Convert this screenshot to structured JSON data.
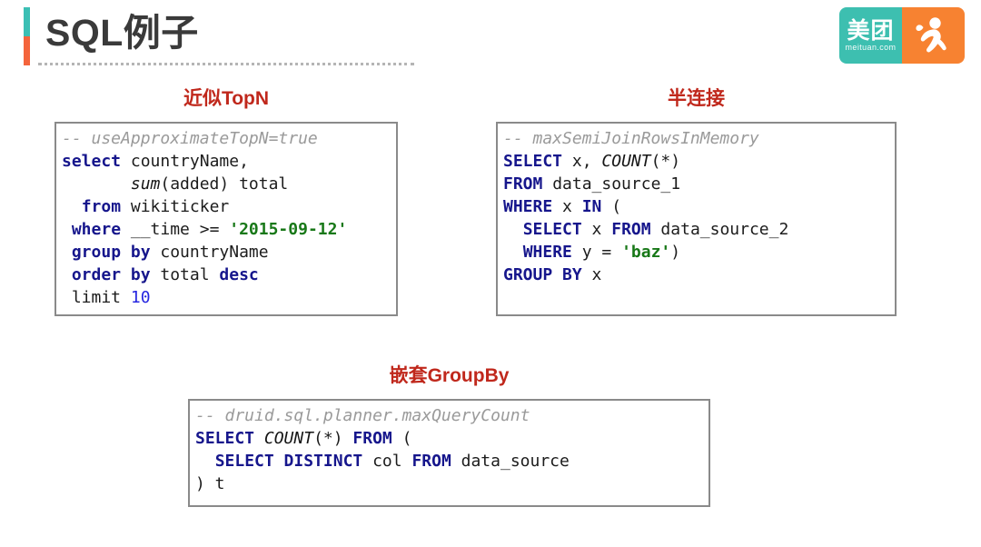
{
  "header": {
    "title": "SQL例子",
    "accent_top_color": "#3bbfb4",
    "accent_bottom_color": "#f4643c",
    "rule_color": "#b5b5b5"
  },
  "logo": {
    "name_cn": "美团",
    "domain": "meituan.com",
    "left_color": "#3dbfb0",
    "right_color": "#f78231",
    "mark": "kangaroo-icon"
  },
  "theme": {
    "heading_color": "#c0281c",
    "keyword_color": "#16168c",
    "comment_color": "#9a9a9a",
    "string_color": "#187818",
    "number_color": "#2727e0",
    "box_border_color": "#8a8a8a"
  },
  "sections": [
    {
      "id": "topn",
      "heading": "近似TopN",
      "code_lines": [
        [
          {
            "t": "comment",
            "v": "-- useApproximateTopN=true"
          }
        ],
        [
          {
            "t": "kw",
            "v": "select"
          },
          {
            "t": "plain",
            "v": " countryName,"
          }
        ],
        [
          {
            "t": "plain",
            "v": "       "
          },
          {
            "t": "fn",
            "v": "sum"
          },
          {
            "t": "plain",
            "v": "(added) total"
          }
        ],
        [
          {
            "t": "plain",
            "v": "  "
          },
          {
            "t": "kw",
            "v": "from"
          },
          {
            "t": "plain",
            "v": " wikiticker"
          }
        ],
        [
          {
            "t": "plain",
            "v": " "
          },
          {
            "t": "kw",
            "v": "where"
          },
          {
            "t": "plain",
            "v": " __time >= "
          },
          {
            "t": "str",
            "v": "'2015-09-12'"
          }
        ],
        [
          {
            "t": "plain",
            "v": " "
          },
          {
            "t": "kw",
            "v": "group by"
          },
          {
            "t": "plain",
            "v": " countryName"
          }
        ],
        [
          {
            "t": "plain",
            "v": " "
          },
          {
            "t": "kw",
            "v": "order by"
          },
          {
            "t": "plain",
            "v": " total "
          },
          {
            "t": "kw",
            "v": "desc"
          }
        ],
        [
          {
            "t": "plain",
            "v": " limit "
          },
          {
            "t": "num",
            "v": "10"
          }
        ]
      ]
    },
    {
      "id": "semijoin",
      "heading": "半连接",
      "code_lines": [
        [
          {
            "t": "comment",
            "v": "-- maxSemiJoinRowsInMemory"
          }
        ],
        [
          {
            "t": "kw",
            "v": "SELECT"
          },
          {
            "t": "plain",
            "v": " x, "
          },
          {
            "t": "fn",
            "v": "COUNT"
          },
          {
            "t": "plain",
            "v": "(*)"
          }
        ],
        [
          {
            "t": "kw",
            "v": "FROM"
          },
          {
            "t": "plain",
            "v": " data_source_1"
          }
        ],
        [
          {
            "t": "kw",
            "v": "WHERE"
          },
          {
            "t": "plain",
            "v": " x "
          },
          {
            "t": "kw",
            "v": "IN"
          },
          {
            "t": "plain",
            "v": " ("
          }
        ],
        [
          {
            "t": "plain",
            "v": "  "
          },
          {
            "t": "kw",
            "v": "SELECT"
          },
          {
            "t": "plain",
            "v": " x "
          },
          {
            "t": "kw",
            "v": "FROM"
          },
          {
            "t": "plain",
            "v": " data_source_2"
          }
        ],
        [
          {
            "t": "plain",
            "v": "  "
          },
          {
            "t": "kw",
            "v": "WHERE"
          },
          {
            "t": "plain",
            "v": " y = "
          },
          {
            "t": "str",
            "v": "'baz'"
          },
          {
            "t": "plain",
            "v": ")"
          }
        ],
        [
          {
            "t": "kw",
            "v": "GROUP BY"
          },
          {
            "t": "plain",
            "v": " x"
          }
        ]
      ]
    },
    {
      "id": "nested",
      "heading": "嵌套GroupBy",
      "code_lines": [
        [
          {
            "t": "comment",
            "v": "-- druid.sql.planner.maxQueryCount"
          }
        ],
        [
          {
            "t": "kw",
            "v": "SELECT"
          },
          {
            "t": "plain",
            "v": " "
          },
          {
            "t": "fn",
            "v": "COUNT"
          },
          {
            "t": "plain",
            "v": "(*) "
          },
          {
            "t": "kw",
            "v": "FROM"
          },
          {
            "t": "plain",
            "v": " ("
          }
        ],
        [
          {
            "t": "plain",
            "v": "  "
          },
          {
            "t": "kw",
            "v": "SELECT DISTINCT"
          },
          {
            "t": "plain",
            "v": " col "
          },
          {
            "t": "kw",
            "v": "FROM"
          },
          {
            "t": "plain",
            "v": " data_source"
          }
        ],
        [
          {
            "t": "plain",
            "v": ") t"
          }
        ]
      ]
    }
  ]
}
